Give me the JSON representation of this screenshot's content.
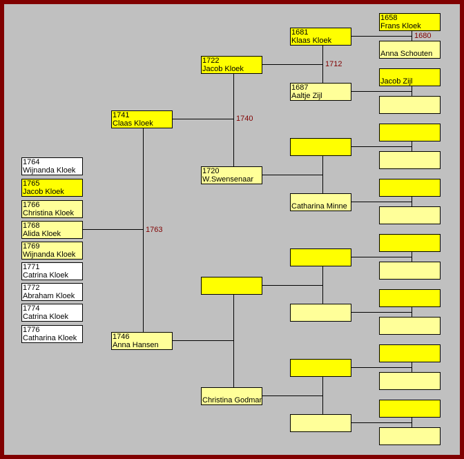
{
  "colors": {
    "frame": "#800000",
    "background": "#c0c0c0",
    "male": "#ffff00",
    "female": "#ffff99",
    "child": "#ffffff"
  },
  "children": [
    {
      "year": "1764",
      "name": "Wijnanda Kloek",
      "color": "white"
    },
    {
      "year": "1765",
      "name": "Jacob Kloek",
      "color": "yellow"
    },
    {
      "year": "1766",
      "name": "Christina Kloek",
      "color": "light"
    },
    {
      "year": "1768",
      "name": "Alida Kloek",
      "color": "light"
    },
    {
      "year": "1769",
      "name": "Wijnanda Kloek",
      "color": "light"
    },
    {
      "year": "1771",
      "name": "Catrina Kloek",
      "color": "white"
    },
    {
      "year": "1772",
      "name": "Abraham Kloek",
      "color": "white"
    },
    {
      "year": "1774",
      "name": "Catrina Kloek",
      "color": "white"
    },
    {
      "year": "1776",
      "name": "Catharina Kloek",
      "color": "white"
    }
  ],
  "generations": [
    [
      {
        "year": "1741",
        "name": "Claas Kloek"
      },
      {
        "year": "1746",
        "name": "Anna Hansen"
      }
    ],
    [
      {
        "year": "1722",
        "name": "Jacob Kloek"
      },
      {
        "year": "1720",
        "name": "W.Swensenaar"
      },
      {
        "year": "",
        "name": ""
      },
      {
        "year": "",
        "name": "Christina Godmanse"
      }
    ],
    [
      {
        "year": "1681",
        "name": "Klaas Kloek"
      },
      {
        "year": "1687",
        "name": "Aaltje Zijl"
      },
      {
        "year": "",
        "name": ""
      },
      {
        "year": "",
        "name": "Catharina Minne"
      },
      {
        "year": "",
        "name": ""
      },
      {
        "year": "",
        "name": ""
      },
      {
        "year": "",
        "name": ""
      },
      {
        "year": "",
        "name": ""
      }
    ],
    [
      {
        "year": "1658",
        "name": "Frans Kloek"
      },
      {
        "year": "",
        "name": "Anna Schouten"
      },
      {
        "year": "",
        "name": "Jacob Zijl"
      },
      {
        "year": "",
        "name": ""
      },
      {
        "year": "",
        "name": ""
      },
      {
        "year": "",
        "name": ""
      },
      {
        "year": "",
        "name": ""
      },
      {
        "year": "",
        "name": ""
      },
      {
        "year": "",
        "name": ""
      },
      {
        "year": "",
        "name": ""
      },
      {
        "year": "",
        "name": ""
      },
      {
        "year": "",
        "name": ""
      },
      {
        "year": "",
        "name": ""
      },
      {
        "year": "",
        "name": ""
      },
      {
        "year": "",
        "name": ""
      },
      {
        "year": "",
        "name": ""
      }
    ]
  ],
  "marriages": {
    "children": "1763",
    "g1_0": "1740",
    "g2_0": "1712",
    "g3_0": "1680"
  }
}
